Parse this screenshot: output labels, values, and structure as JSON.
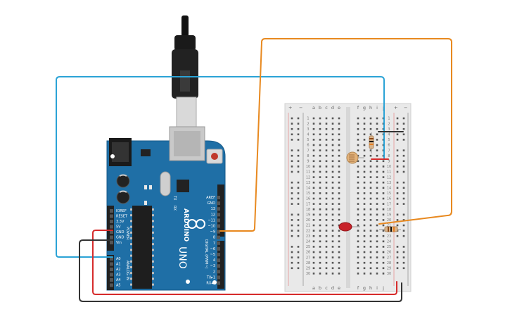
{
  "arduino": {
    "logo_text": "ARDUINO",
    "model": "UNO",
    "tx_label": "TX",
    "rx_label": "RX",
    "power_header_label": "POWER",
    "analog_header_label": "ANALOG IN",
    "digital_header_label": "DIGITAL (PWM~)",
    "power_pins": [
      "IOREF",
      "RESET",
      "3.3V",
      "5V",
      "GND",
      "GND",
      "Vin"
    ],
    "analog_pins": [
      "A0",
      "A1",
      "A2",
      "A3",
      "A4",
      "A5"
    ],
    "digital_pins": [
      "AREF",
      "GND",
      "13",
      "12",
      "~11",
      "~10",
      "~9",
      "8",
      "7",
      "~6",
      "~5",
      "4",
      "~3",
      "2",
      "TX▸1",
      "RX◂0"
    ]
  },
  "breadboard": {
    "col_letters_left": [
      "a",
      "b",
      "c",
      "d",
      "e"
    ],
    "col_letters_right": [
      "f",
      "g",
      "h",
      "i",
      "j"
    ],
    "rail_plus": "+",
    "rail_minus": "−",
    "rows": 30
  },
  "colors": {
    "board_blue": "#1f6fa6",
    "wire_blue": "#2ba3d6",
    "wire_orange": "#e8891f",
    "wire_red": "#d62b2b",
    "wire_black": "#333333",
    "led_red": "#c8222a"
  }
}
